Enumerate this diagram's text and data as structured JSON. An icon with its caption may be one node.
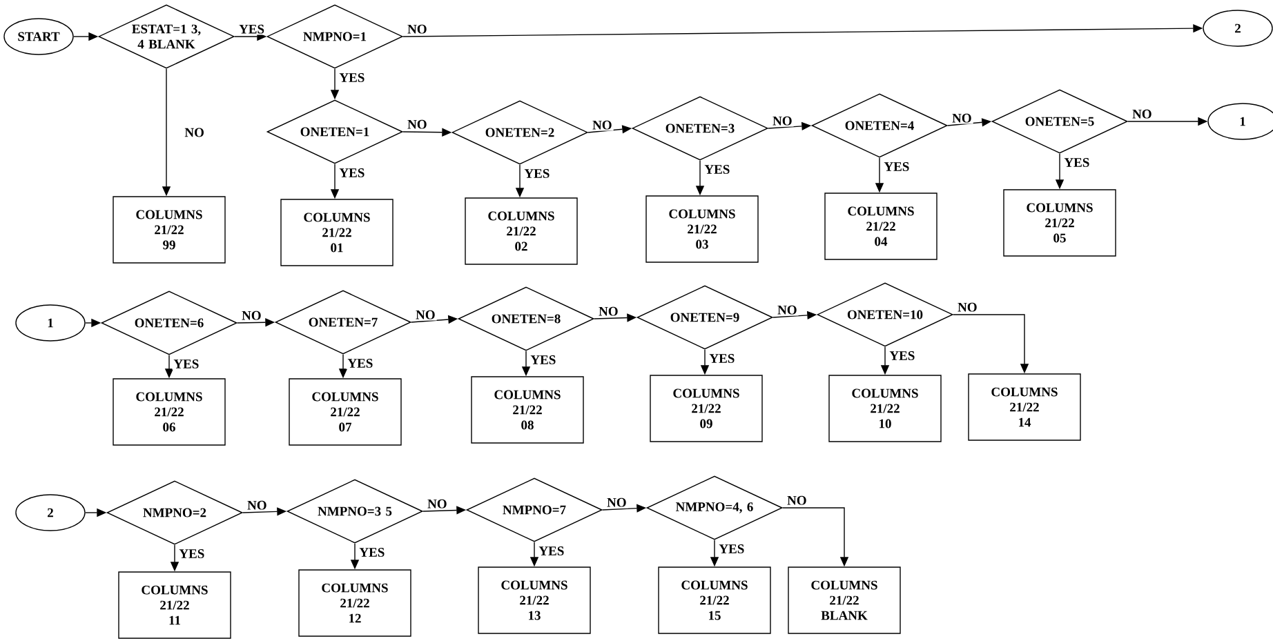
{
  "diagram": {
    "nodes": [
      {
        "text": [
          "START"
        ]
      },
      {
        "text": [
          "ESTAT=1 3, 4 BLANK"
        ]
      },
      {
        "text": [
          "NMPNO=1"
        ]
      },
      {
        "text": [
          "2"
        ]
      },
      {
        "text": [
          "COLUMNS 21/22 99"
        ]
      },
      {
        "text": [
          "ONETEN=1"
        ]
      },
      {
        "text": [
          "COLUMNS 21/22 01"
        ]
      },
      {
        "text": [
          "ONETEN=2"
        ]
      },
      {
        "text": [
          "COLUMNS 21/22 02"
        ]
      },
      {
        "text": [
          "ONETEN=3"
        ]
      },
      {
        "text": [
          "COLUMNS 21/22 03"
        ]
      },
      {
        "text": [
          "ONETEN=4"
        ]
      },
      {
        "text": [
          "COLUMNS 21/22 04"
        ]
      },
      {
        "text": [
          "ONETEN=5"
        ]
      },
      {
        "text": [
          "COLUMNS 21/22 05"
        ]
      },
      {
        "text": [
          "1"
        ]
      },
      {
        "text": [
          "1"
        ]
      },
      {
        "text": [
          "ONETEN=6"
        ]
      },
      {
        "text": [
          "COLUMNS 21/22 06"
        ]
      },
      {
        "text": [
          "ONETEN=7"
        ]
      },
      {
        "text": [
          "COLUMNS 21/22 07"
        ]
      },
      {
        "text": [
          "ONETEN=8"
        ]
      },
      {
        "text": [
          "COLUMNS 21/22 08"
        ]
      },
      {
        "text": [
          "ONETEN=9"
        ]
      },
      {
        "text": [
          "COLUMNS 21/22 09"
        ]
      },
      {
        "text": [
          "ONETEN=10"
        ]
      },
      {
        "text": [
          "COLUMNS 21/22 10"
        ]
      },
      {
        "text": [
          "COLUMNS 21/22 14"
        ]
      },
      {
        "text": [
          "2"
        ]
      },
      {
        "text": [
          "NMPNO=2"
        ]
      },
      {
        "text": [
          "COLUMNS 21/22 11"
        ]
      },
      {
        "text": [
          "NMPNO=3 5"
        ]
      },
      {
        "text": [
          "COLUMNS 21/22 12"
        ]
      },
      {
        "text": [
          "NMPNO=7"
        ]
      },
      {
        "text": [
          "COLUMNS 21/22 13"
        ]
      },
      {
        "text": [
          "NMPNO=4, 6"
        ]
      },
      {
        "text": [
          "COLUMNS 21/22 15"
        ]
      },
      {
        "text": [
          "COLUMNS 21/22 BLANK"
        ]
      }
    ],
    "edges": [
      {
        "from": 0,
        "to": 1,
        "arrow": "to"
      },
      {
        "from": 1,
        "to": 2,
        "arrow": "to",
        "label": "YES"
      },
      {
        "from": 1,
        "to": 4,
        "arrow": "to",
        "label": "NO"
      },
      {
        "from": 2,
        "to": 3,
        "arrow": "to",
        "label": "NO"
      },
      {
        "from": 2,
        "to": 5,
        "arrow": "to",
        "label": "YES"
      },
      {
        "from": 5,
        "to": 6,
        "arrow": "to",
        "label": "YES"
      },
      {
        "from": 5,
        "to": 7,
        "arrow": "to",
        "label": "NO"
      },
      {
        "from": 7,
        "to": 8,
        "arrow": "to",
        "label": "YES"
      },
      {
        "from": 7,
        "to": 9,
        "arrow": "to",
        "label": "NO"
      },
      {
        "from": 9,
        "to": 10,
        "arrow": "to",
        "label": "YES"
      },
      {
        "from": 9,
        "to": 11,
        "arrow": "to",
        "label": "NO"
      },
      {
        "from": 11,
        "to": 12,
        "arrow": "to",
        "label": "YES"
      },
      {
        "from": 11,
        "to": 13,
        "arrow": "to",
        "label": "NO"
      },
      {
        "from": 13,
        "to": 14,
        "arrow": "to",
        "label": "YES"
      },
      {
        "from": 13,
        "to": 15,
        "arrow": "to",
        "label": "NO"
      },
      {
        "from": 16,
        "to": 17,
        "arrow": "to"
      },
      {
        "from": 17,
        "to": 18,
        "arrow": "to",
        "label": "YES"
      },
      {
        "from": 17,
        "to": 19,
        "arrow": "to",
        "label": "NO"
      },
      {
        "from": 19,
        "to": 20,
        "arrow": "to",
        "label": "YES"
      },
      {
        "from": 19,
        "to": 21,
        "arrow": "to",
        "label": "NO"
      },
      {
        "from": 21,
        "to": 22,
        "arrow": "to",
        "label": "YES"
      },
      {
        "from": 21,
        "to": 23,
        "arrow": "to",
        "label": "NO"
      },
      {
        "from": 23,
        "to": 24,
        "arrow": "to",
        "label": "YES"
      },
      {
        "from": 23,
        "to": 25,
        "arrow": "to",
        "label": "NO"
      },
      {
        "from": 25,
        "to": 26,
        "arrow": "to",
        "label": "YES"
      },
      {
        "from": 25,
        "to": 27,
        "arrow": "to",
        "label": "NO"
      },
      {
        "from": 28,
        "to": 29,
        "arrow": "to"
      },
      {
        "from": 29,
        "to": 30,
        "arrow": "to",
        "label": "YES"
      },
      {
        "from": 29,
        "to": 31,
        "arrow": "to",
        "label": "NO"
      },
      {
        "from": 31,
        "to": 32,
        "arrow": "to",
        "label": "YES"
      },
      {
        "from": 31,
        "to": 33,
        "arrow": "to",
        "label": "NO"
      },
      {
        "from": 33,
        "to": 34,
        "arrow": "to",
        "label": "YES"
      },
      {
        "from": 33,
        "to": 35,
        "arrow": "to",
        "label": "NO"
      },
      {
        "from": 35,
        "to": 36,
        "arrow": "to",
        "label": "YES"
      },
      {
        "from": 35,
        "to": 37,
        "arrow": "to",
        "label": "NO"
      }
    ]
  }
}
